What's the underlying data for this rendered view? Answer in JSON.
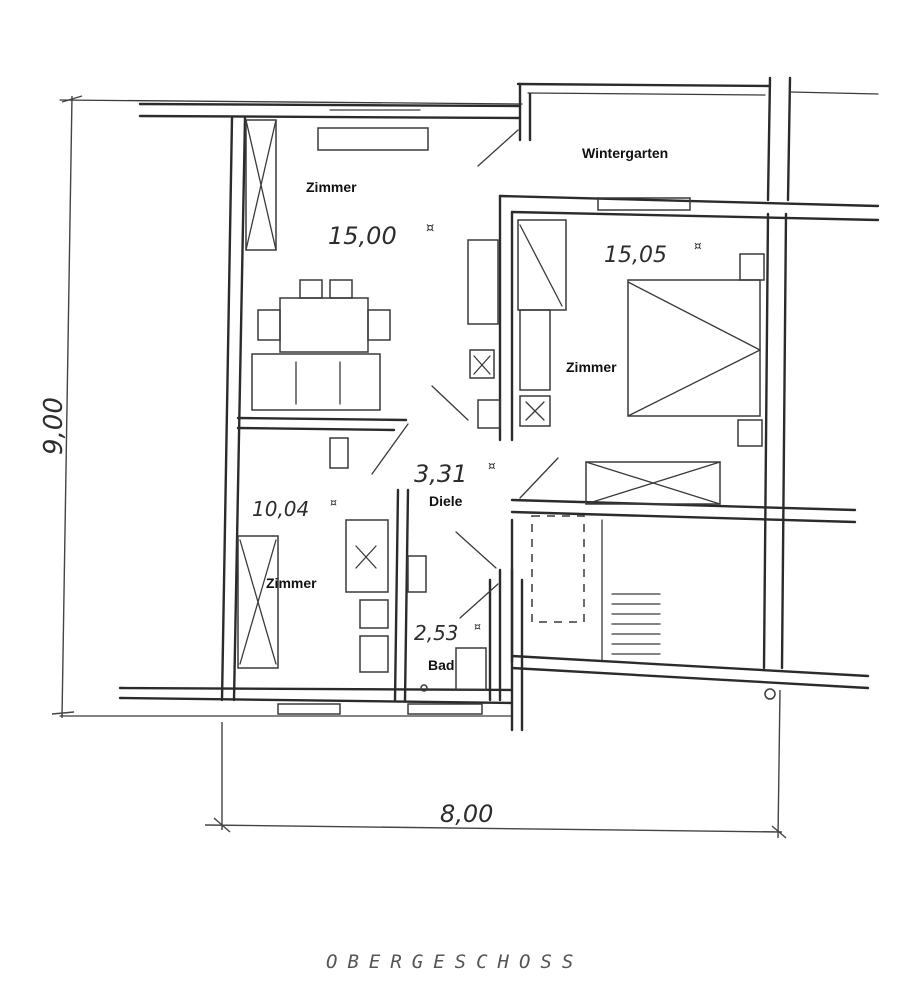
{
  "plan": {
    "title": "OBERGESCHOSS",
    "dimensions": {
      "width": "8,00",
      "depth": "9,00"
    },
    "rooms": [
      {
        "id": "zimmer_1",
        "label": "Zimmer",
        "area": "15,00"
      },
      {
        "id": "wintergarten",
        "label": "Wintergarten",
        "area": ""
      },
      {
        "id": "zimmer_2",
        "label": "Zimmer",
        "area": "15,05"
      },
      {
        "id": "diele",
        "label": "Diele",
        "area": "3,31"
      },
      {
        "id": "zimmer_3",
        "label": "Zimmer",
        "area": "10,04"
      },
      {
        "id": "bad",
        "label": "Bad",
        "area": "2,53"
      }
    ],
    "area_suffix": "¤"
  }
}
